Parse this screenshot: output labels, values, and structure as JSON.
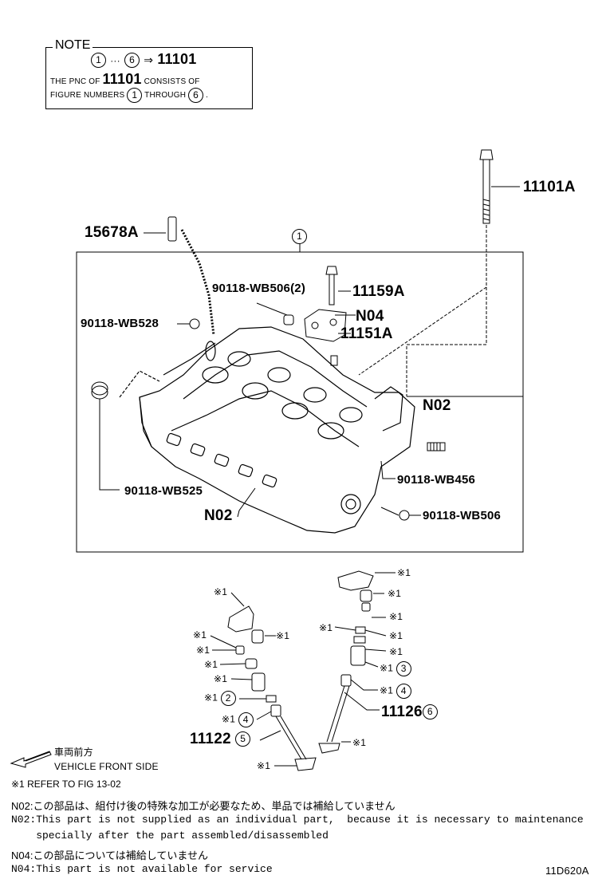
{
  "note": {
    "title": "NOTE",
    "range_start": "1",
    "range_end": "6",
    "arrow": "⇒",
    "pnc": "11101",
    "line2_pre": "THE PNC OF",
    "line2_post": "CONSISTS OF",
    "line3_pre": "FIGURE NUMBERS",
    "line3_mid": "THROUGH",
    "line3_end": "."
  },
  "callouts": {
    "c1": "1",
    "p11101A": "11101A",
    "p15678A": "15678A",
    "p90118_WB506_2": "90118-WB506(2)",
    "p11159A": "11159A",
    "p90118_WB528": "90118-WB528",
    "n04": "N04",
    "p11151A": "11151A",
    "n02_right": "N02",
    "p90118_WB456": "90118-WB456",
    "p90118_WB525": "90118-WB525",
    "n02_left": "N02",
    "p90118_WB506": "90118-WB506",
    "ref": "※1",
    "c3": "3",
    "c4": "4",
    "c2": "2",
    "p11126": "11126",
    "c6": "6",
    "p11122": "11122",
    "c5": "5"
  },
  "direction": {
    "jp": "車両前方",
    "en": "VEHICLE FRONT SIDE"
  },
  "footnotes": {
    "ref_note": "※1  REFER TO FIG 13-02",
    "n02_jp": "N02:この部品は、組付け後の特殊な加工が必要なため、単品では補給していません",
    "n02_en1": "N02:This part is not supplied as an individual part,  because it is necessary to maintenance",
    "n02_en2": "    specially after the part assembled/disassembled",
    "n04_jp": "N04:この部品については補給していません",
    "n04_en": "N04:This part is not available for service",
    "figure_code": "11D620A"
  }
}
